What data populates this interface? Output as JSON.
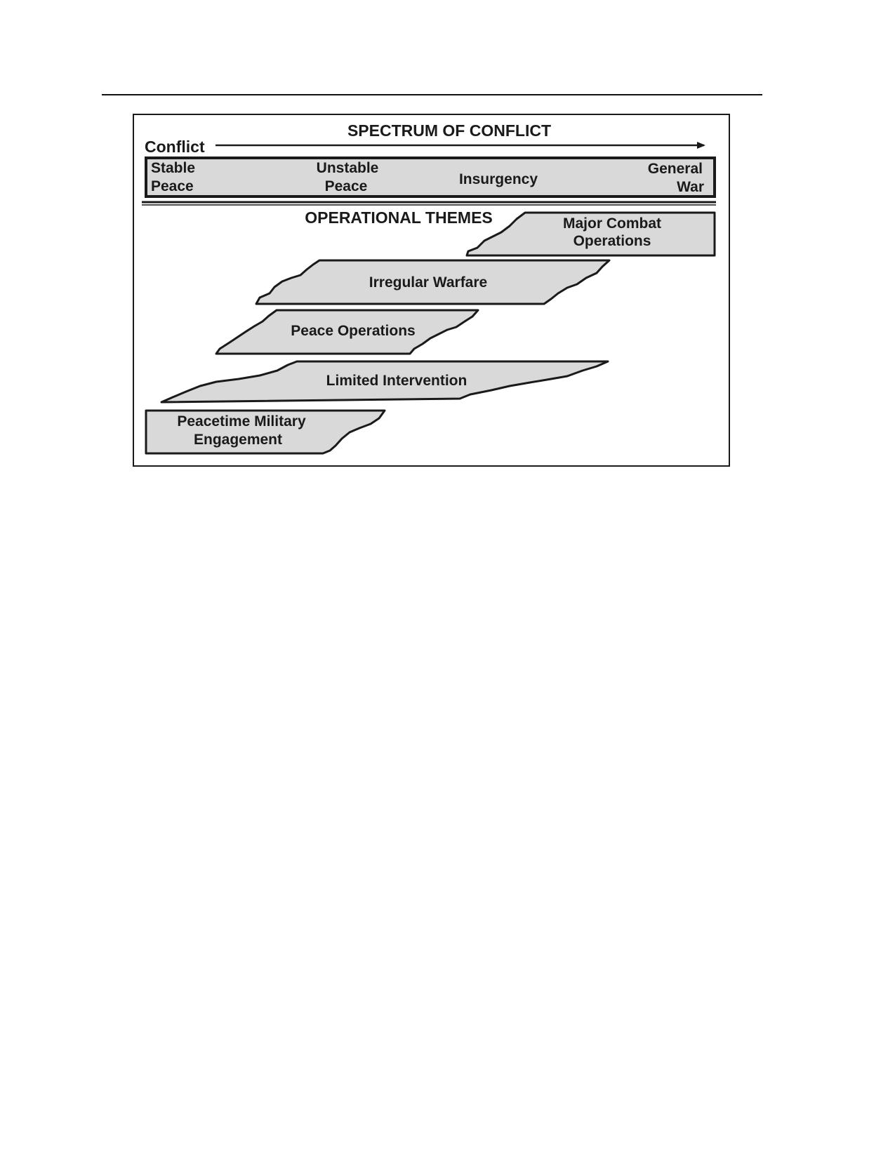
{
  "figure": {
    "title": "SPECTRUM OF CONFLICT",
    "axis_label": "Conflict",
    "spectrum": {
      "stable_peace": [
        "Stable",
        "Peace"
      ],
      "unstable_peace": [
        "Unstable",
        "Peace"
      ],
      "insurgency": "Insurgency",
      "general_war": [
        "General",
        "War"
      ]
    },
    "themes_heading": "OPERATIONAL THEMES",
    "themes": {
      "major_combat": [
        "Major Combat",
        "Operations"
      ],
      "irregular_warfare": "Irregular Warfare",
      "peace_operations": "Peace Operations",
      "limited_intervention": "Limited Intervention",
      "peacetime_engagement": [
        "Peacetime Military",
        "Engagement"
      ]
    }
  },
  "colors": {
    "band_fill": "#d9d9d9",
    "stroke": "#1a1a1a"
  }
}
